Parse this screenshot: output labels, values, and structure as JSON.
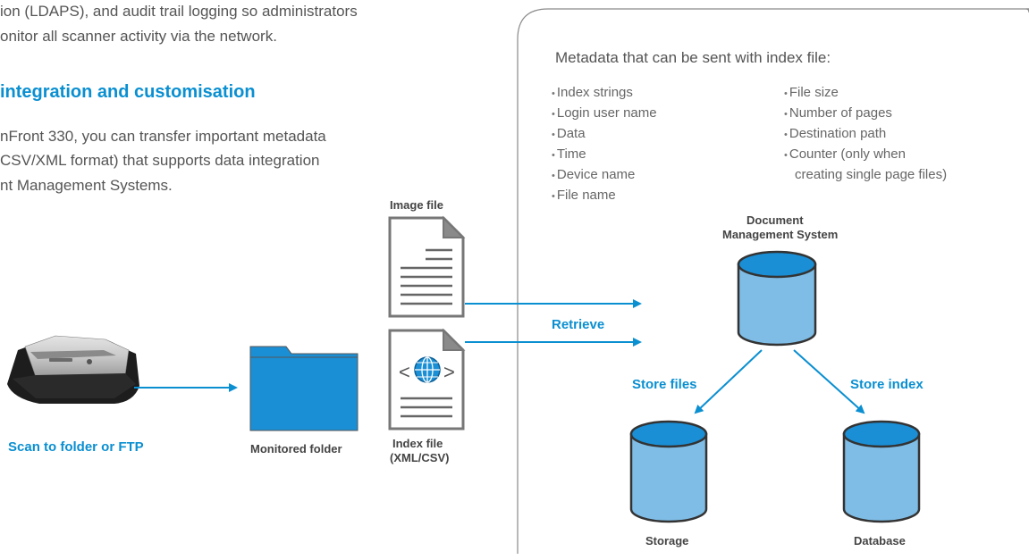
{
  "intro": {
    "line1": "ion (LDAPS), and audit trail logging so administrators",
    "line2": "onitor all scanner activity via the network."
  },
  "section": {
    "heading": "integration and customisation",
    "para_line1": "nFront 330, you can transfer important metadata",
    "para_line2": "CSV/XML format) that supports data integration",
    "para_line3": "nt Management Systems."
  },
  "metadata_panel": {
    "title": "Metadata that can be sent with index file:",
    "left_items": [
      "Index strings",
      "Login user name",
      "Data",
      "Time",
      "Device name",
      "File name"
    ],
    "right_items": [
      "File size",
      "Number of pages",
      "Destination path",
      "Counter (only when"
    ],
    "right_item_continuation": "creating single page files)"
  },
  "flow": {
    "scanner_label": "Scan to folder or FTP",
    "folder_label": "Monitored folder",
    "image_file_label": "Image file",
    "index_file_label_line1": "Index file",
    "index_file_label_line2": "(XML/CSV)",
    "retrieve_label": "Retrieve",
    "dms_label_line1": "Document",
    "dms_label_line2": "Management System",
    "store_files_label": "Store files",
    "store_index_label": "Store index",
    "storage_label": "Storage",
    "database_label": "Database"
  },
  "colors": {
    "accent": "#0a8fd1",
    "folder_blue": "#1a8fd6",
    "cylinder_fill": "#7fbde6",
    "cylinder_stroke": "#333333",
    "panel_border": "#8a8a8a"
  },
  "icons": [
    "scanner-image",
    "folder-icon",
    "image-file-icon",
    "index-file-icon",
    "globe-icon",
    "dms-cylinder",
    "storage-cylinder",
    "database-cylinder"
  ]
}
